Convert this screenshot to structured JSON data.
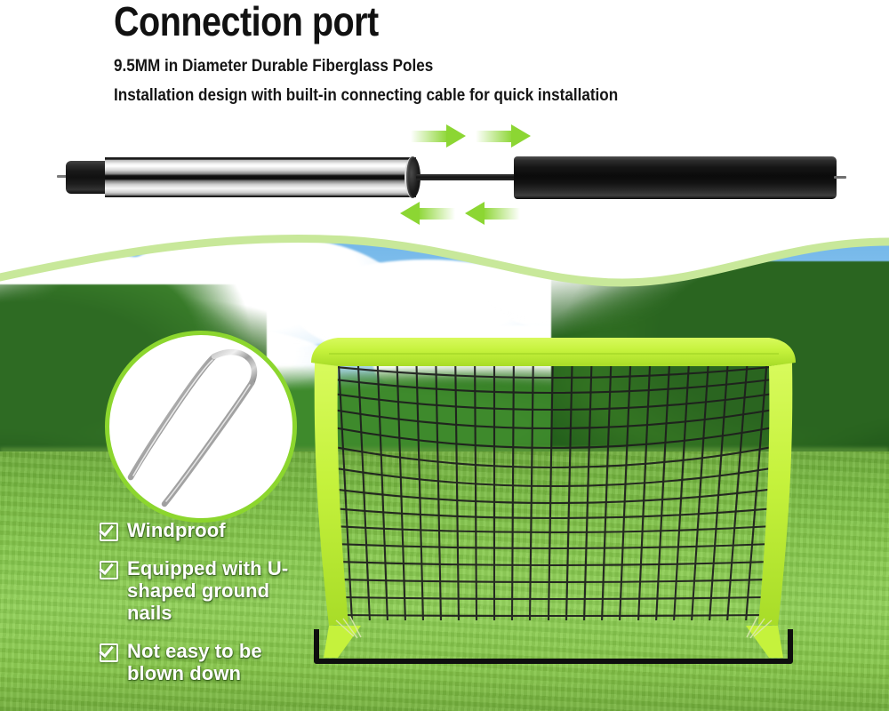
{
  "header": {
    "title": "Connection port",
    "subtitle_1": "9.5MM in Diameter Durable Fiberglass Poles",
    "subtitle_2": "Installation design with built-in connecting cable for quick installation"
  },
  "pole_illustration": {
    "left_end_cap": "black-end-cap",
    "chrome_sleeve": "chrome-connector-sleeve",
    "connecting_cable": "built-in-connecting-cable",
    "right_pole": "black-fiberglass-pole",
    "arrows": [
      {
        "name": "arrow-right-1",
        "direction": "right"
      },
      {
        "name": "arrow-right-2",
        "direction": "right"
      },
      {
        "name": "arrow-left-1",
        "direction": "left"
      },
      {
        "name": "arrow-left-2",
        "direction": "left"
      }
    ],
    "arrow_color": "#8CD633",
    "chrome_color": "#F2F2F2",
    "pole_color": "#111111"
  },
  "photo": {
    "scene": "soccer-goal-on-grass-field",
    "sky_color": "#8EC8F0",
    "grass_color": "#86C94C",
    "tree_color": "#2E6B23",
    "wave_border_color": "#C8E89A",
    "goal": {
      "frame_color": "#C5F23C",
      "net_color": "#1E1E1E",
      "base_color": "#111111"
    },
    "inset": {
      "name": "u-shaped-ground-nail",
      "border_color": "#8CD62E",
      "background_color": "#FFFFFF",
      "nail_color": "#A8A8A8"
    }
  },
  "features": [
    {
      "label": "Windproof"
    },
    {
      "label": "Equipped with U-shaped ground nails"
    },
    {
      "label": "Not easy to be blown down"
    }
  ]
}
